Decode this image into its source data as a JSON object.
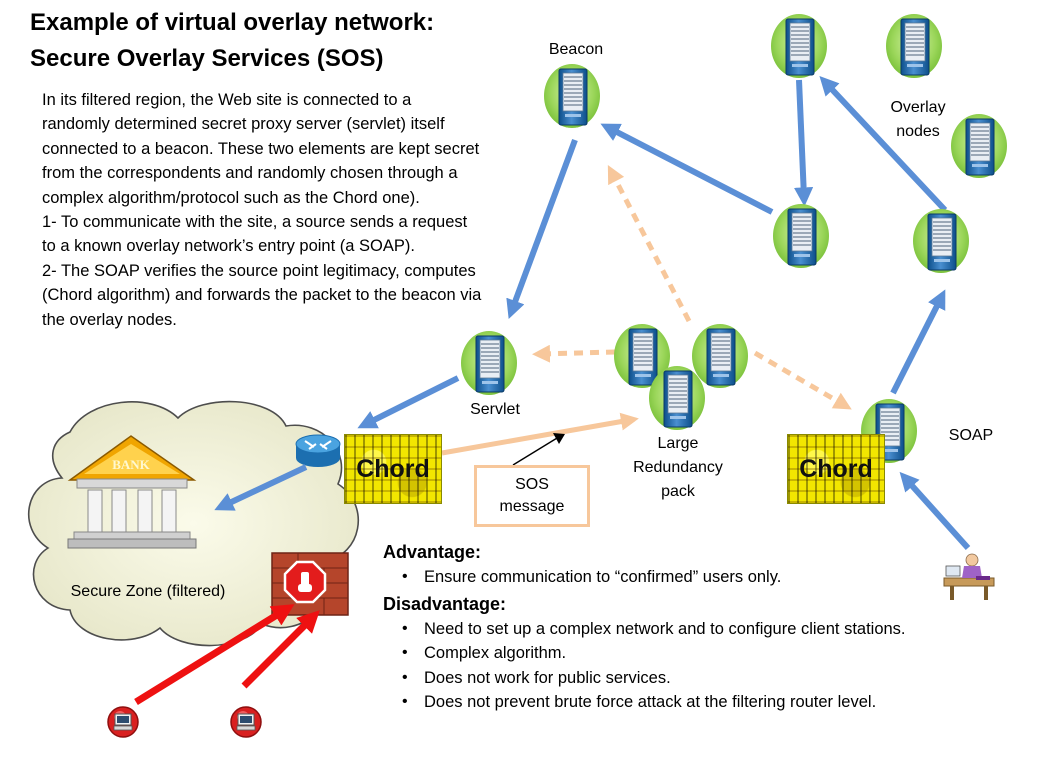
{
  "title": {
    "line1": "Example of virtual overlay network:",
    "line2": "Secure Overlay Services (SOS)"
  },
  "intro": [
    "In its filtered region, the Web site is connected to a randomly determined secret proxy server (servlet) itself connected to a beacon. These two elements are kept secret from the correspondents and randomly chosen through a complex algorithm/protocol such as the Chord one).",
    "1- To communicate with the site, a source sends a request to a known overlay network’s entry point (a SOAP).",
    "2- The SOAP verifies the source point legitimacy, computes (Chord algorithm) and forwards the packet to the beacon via the overlay nodes."
  ],
  "labels": {
    "beacon": "Beacon",
    "overlay_nodes_1": "Overlay",
    "overlay_nodes_2": "nodes",
    "servlet": "Servlet",
    "soap": "SOAP",
    "large_1": "Large",
    "large_2": "Redundancy",
    "large_3": "pack",
    "sos_1": "SOS",
    "sos_2": "message",
    "secure_zone": "Secure Zone (filtered)",
    "bank": "BANK",
    "chord_left": "Chord",
    "chord_right": "Chord"
  },
  "advantage": {
    "heading": "Advantage:",
    "items": [
      "Ensure communication to “confirmed” users only."
    ]
  },
  "disadvantage": {
    "heading": "Disadvantage:",
    "items": [
      "Need to set up a complex network and to configure client stations.",
      "Complex algorithm.",
      "Does not work for public services.",
      "Does not prevent brute force attack at the filtering router level."
    ]
  },
  "colors": {
    "arrow_blue": "#5b8fd6",
    "arrow_peach": "#f7c79b",
    "arrow_red": "#ee1111",
    "node_halo": "#92d050",
    "chord_yellow": "#f2e600"
  }
}
